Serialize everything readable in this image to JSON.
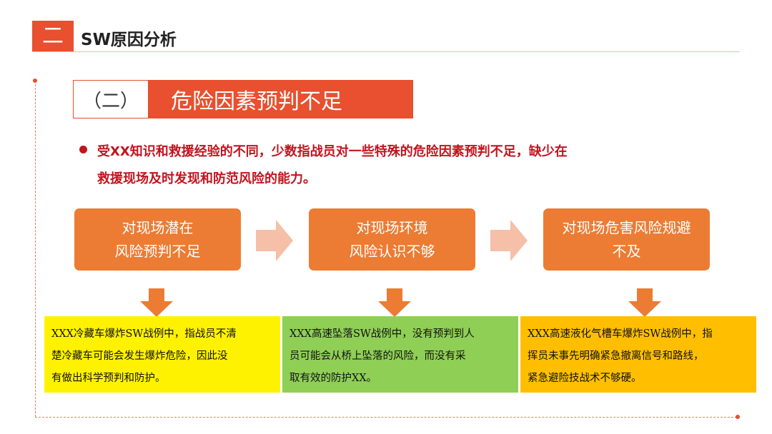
{
  "header": {
    "number": "二",
    "title": "SW原因分析"
  },
  "section": {
    "number": "（二）",
    "title": "危险因素预判不足"
  },
  "bullet": {
    "lines": [
      "受XX知识和救援经验的不同，少数指战员对一些特殊的危险因素预判不足，缺少在",
      "救援现场及时发现和防范风险的能力。"
    ]
  },
  "process": [
    {
      "lines": [
        "对现场潜在",
        "风险预判不足"
      ]
    },
    {
      "lines": [
        "对现场环境",
        "风险认识不够"
      ]
    },
    {
      "lines": [
        "对现场危害风险规避",
        "不及"
      ]
    }
  ],
  "examples": [
    {
      "lines": [
        "XXX冷藏车爆炸SW战例中，指战员不清",
        "楚冷藏车可能会发生爆炸危险，因此没",
        "有做出科学预判和防护。"
      ]
    },
    {
      "lines": [
        "XXX高速坠落SW战例中，没有预判到人",
        "员可能会从桥上坠落的风险，而没有采",
        "取有效的防护XX。"
      ]
    },
    {
      "lines": [
        "XXX高速液化气槽车爆炸SW战例中，指",
        "挥员未事先明确紧急撤离信号和路线，",
        "紧急避险技战术不够硬。"
      ]
    }
  ],
  "colors": {
    "accent": "#e8502f",
    "process_box": "#ec7c33",
    "bullet_text": "#c2141e",
    "arrow_light": "#f5bfa8",
    "example_1": "#fff200",
    "example_2": "#8fcf56",
    "example_3": "#ffbf00"
  },
  "icons": {
    "right_arrow": "right-arrow-icon",
    "down_arrow": "down-arrow-icon"
  }
}
